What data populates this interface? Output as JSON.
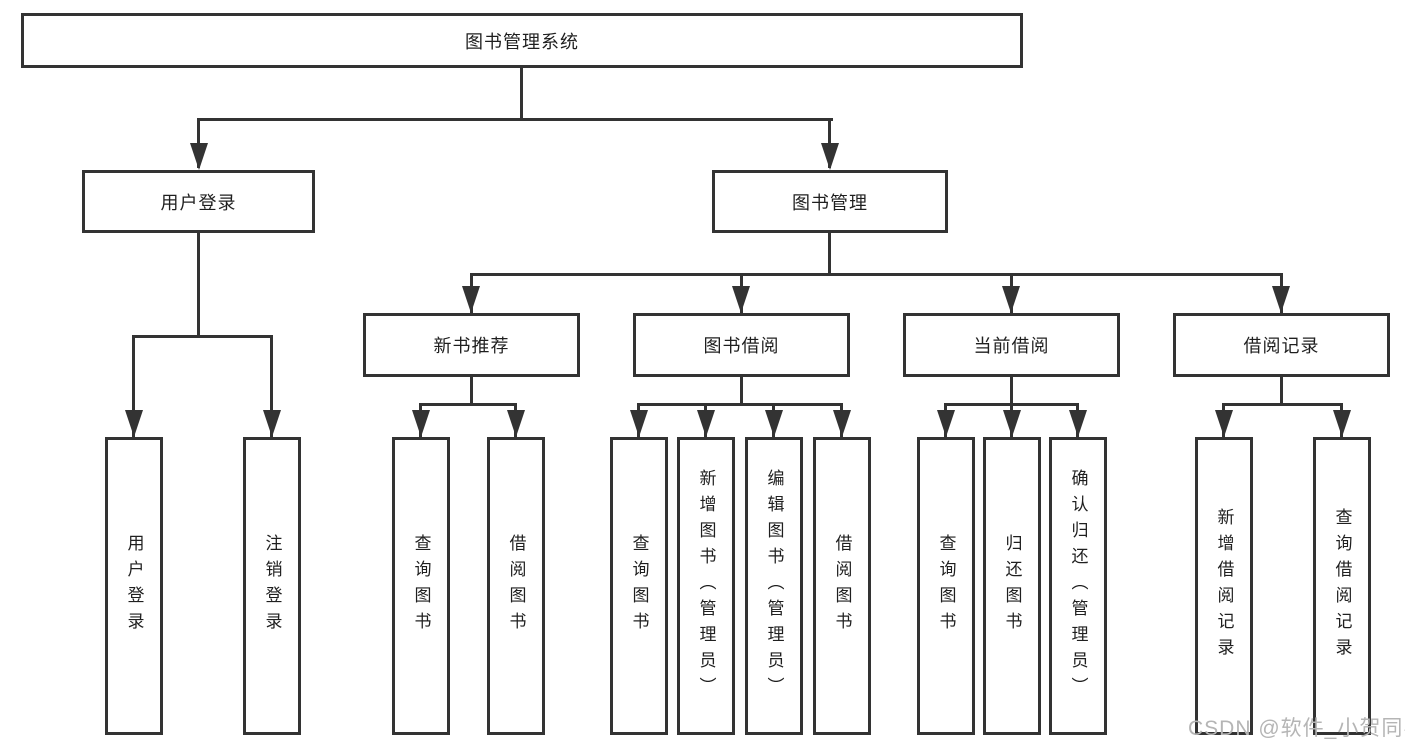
{
  "diagram": {
    "title": "图书管理系统",
    "branches": [
      {
        "label": "用户登录",
        "children": [
          {
            "label": "用户登录"
          },
          {
            "label": "注销登录"
          }
        ]
      },
      {
        "label": "图书管理",
        "children": [
          {
            "label": "新书推荐",
            "children": [
              {
                "label": "查询图书"
              },
              {
                "label": "借阅图书"
              }
            ]
          },
          {
            "label": "图书借阅",
            "children": [
              {
                "label": "查询图书"
              },
              {
                "label": "新增图书（管理员）"
              },
              {
                "label": "编辑图书（管理员）"
              },
              {
                "label": "借阅图书"
              }
            ]
          },
          {
            "label": "当前借阅",
            "children": [
              {
                "label": "查询图书"
              },
              {
                "label": "归还图书"
              },
              {
                "label": "确认归还（管理员）"
              }
            ]
          },
          {
            "label": "借阅记录",
            "children": [
              {
                "label": "新增借阅记录"
              },
              {
                "label": "查询借阅记录"
              }
            ]
          }
        ]
      }
    ]
  },
  "watermark": "CSDN @软件_小贺同学",
  "colors": {
    "line": "#333333",
    "box_border": "#333333",
    "box_background": "#ffffff",
    "text": "#1f1f1f",
    "watermark": "#b5b5b5",
    "page_background": "#ffffff"
  }
}
